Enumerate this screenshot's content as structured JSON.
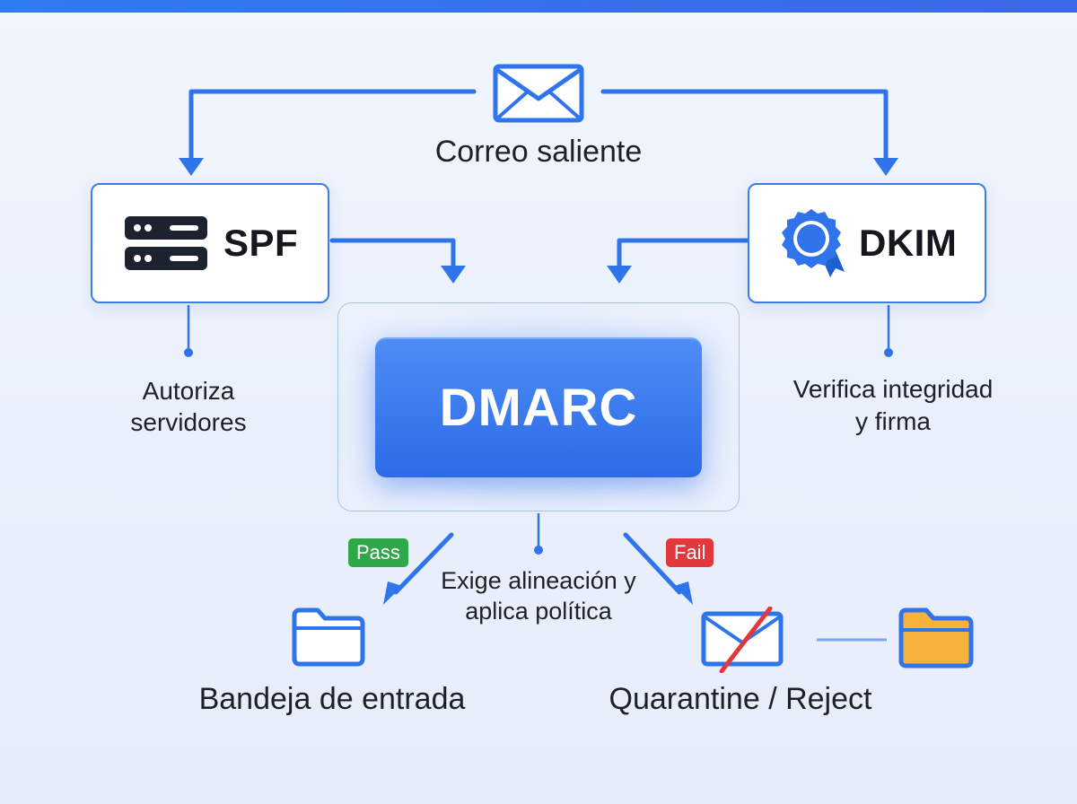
{
  "diagram": {
    "source": {
      "label": "Correo saliente",
      "icon": "envelope-icon"
    },
    "spf": {
      "label": "SPF",
      "description": "Autoriza servidores",
      "icon": "server-stack-icon"
    },
    "dkim": {
      "label": "DKIM",
      "description": "Verifica integridad y firma",
      "icon": "seal-badge-icon"
    },
    "dmarc": {
      "label": "DMARC",
      "description": "Exige alineación y aplica política"
    },
    "outcomes": {
      "pass": {
        "badge": "Pass",
        "label": "Bandeja de entrada",
        "icon": "folder-outline-icon"
      },
      "fail": {
        "badge": "Fail",
        "label": "Quarantine / Reject",
        "icons": [
          "crossed-envelope-icon",
          "folder-filled-icon"
        ]
      }
    }
  },
  "colors": {
    "accent": "#2f74ea",
    "pass": "#2fa84a",
    "fail": "#e0383c",
    "quarantine_folder": "#f6b23c"
  }
}
